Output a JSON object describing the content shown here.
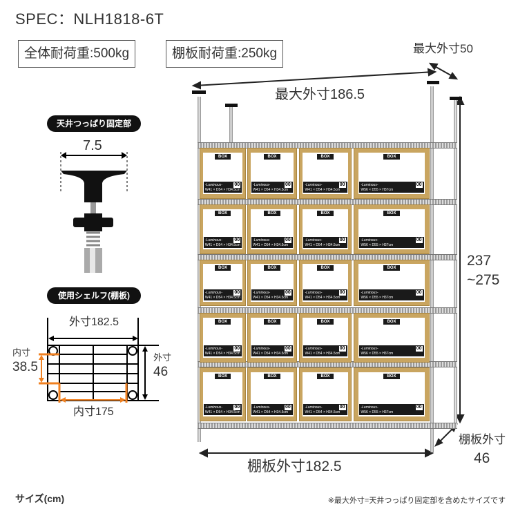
{
  "spec": "SPEC：NLH1818-6T",
  "loads": [
    "全体耐荷重:500kg",
    "棚板耐荷重:250kg"
  ],
  "dims": {
    "max_depth": "最大外寸50",
    "max_width": "最大外寸186.5",
    "height_top": "237",
    "height_bottom": "~275",
    "shelf_width": "棚板外寸182.5",
    "shelf_depth_label": "棚板外寸",
    "shelf_depth": "46"
  },
  "ceiling_part": {
    "title": "天井つっぱり固定部",
    "width": "7.5"
  },
  "shelf_part": {
    "title": "使用シェルフ(棚板)",
    "outer_width": "外寸182.5",
    "outer_depth_label": "外寸",
    "outer_depth": "46",
    "inner_depth_label": "内寸",
    "inner_depth": "38.5",
    "inner_width": "内寸175"
  },
  "box_label": {
    "title": "BOX",
    "brand": "-Luminous-",
    "number": "00",
    "size_small": "W41 × D54 × H34.5cm",
    "size_large": "W56 × D55 × H37cm"
  },
  "footer": {
    "size_unit": "サイズ(cm)",
    "note": "※最大外寸=天井つっぱり固定部を含めたサイズです"
  }
}
